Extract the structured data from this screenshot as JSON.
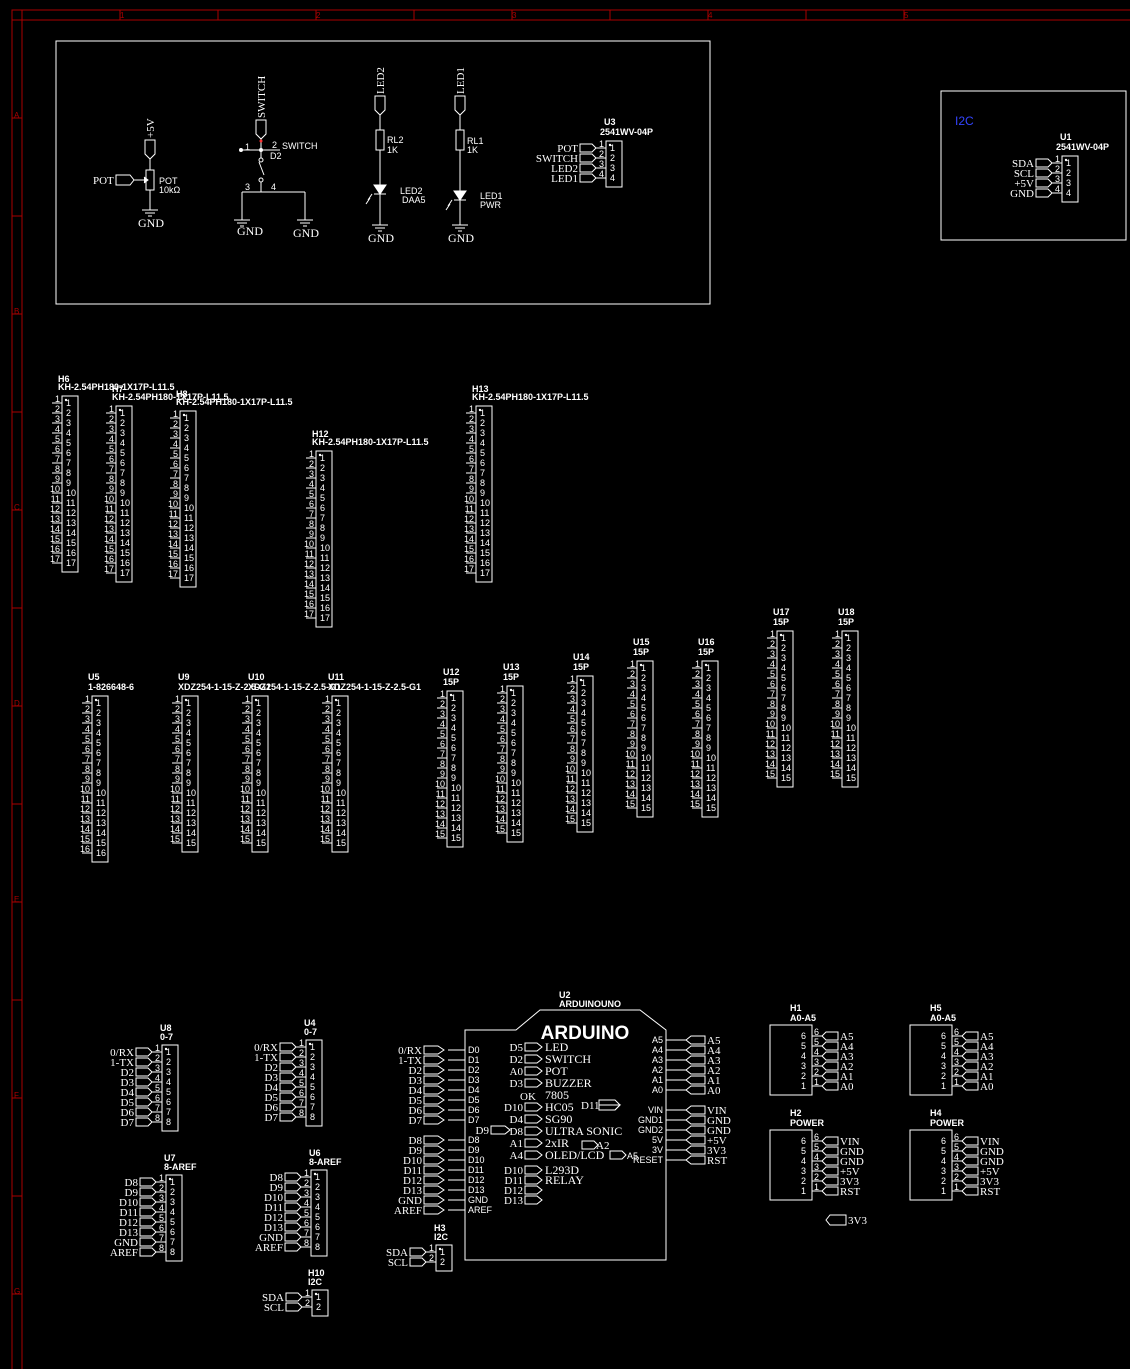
{
  "colors": {
    "background": "#000000",
    "line": "#ffffff",
    "frame": "#aa0000",
    "accent_label": "#3344ff",
    "pin_dot": "#ff3333"
  },
  "frame_labels": {
    "columns": [
      "1",
      "2",
      "3",
      "4",
      "5"
    ],
    "rows": [
      "A",
      "B",
      "C",
      "D",
      "E",
      "F",
      "G"
    ]
  },
  "i2c_box_label": "I2C",
  "power_symbols": {
    "plus5v": "+5V",
    "gnd": "GND"
  },
  "pot": {
    "net": "POT",
    "ref": "POT",
    "value": "10kΩ"
  },
  "switch": {
    "net": "SWITCH",
    "label": "SWITCH",
    "ref": "D2",
    "pins": [
      "1",
      "2",
      "3",
      "4"
    ]
  },
  "led2": {
    "net": "LED2",
    "res_ref": "RL2",
    "res_val": "1K",
    "ref": "LED2",
    "value": "DAA5"
  },
  "led1": {
    "net": "LED1",
    "res_ref": "RL1",
    "res_val": "1K",
    "ref": "LED1",
    "value": "PWR"
  },
  "u3": {
    "ref": "U3",
    "value": "2541WV-04P",
    "nets": [
      "POT",
      "SWITCH",
      "LED2",
      "LED1"
    ]
  },
  "u1": {
    "ref": "U1",
    "value": "2541WV-04P",
    "nets": [
      "SDA",
      "SCL",
      "+5V",
      "GND"
    ]
  },
  "headers_top": [
    {
      "ref": "H6",
      "value": "KH-2.54PH180-1X17P-L11.5"
    },
    {
      "ref": "H7",
      "value": "KH-2.54PH180-1X17P-L11.5"
    },
    {
      "ref": "H8",
      "value": "KH-2.54PH180-1X17P-L11.5"
    },
    {
      "ref": "H12",
      "value": "KH-2.54PH180-1X17P-L11.5"
    },
    {
      "ref": "H13",
      "value": "KH-2.54PH180-1X17P-L11.5"
    }
  ],
  "headers_mid": [
    {
      "ref": "U5",
      "value": "1-826648-6"
    },
    {
      "ref": "U9",
      "value": "XDZ254-1-15-Z-2.5-G1"
    },
    {
      "ref": "U10",
      "value": "XDZ254-1-15-Z-2.5-G1"
    },
    {
      "ref": "U11",
      "value": "XDZ254-1-15-Z-2.5-G1"
    },
    {
      "ref": "U12",
      "value": "15P"
    },
    {
      "ref": "U13",
      "value": "15P"
    },
    {
      "ref": "U14",
      "value": "15P"
    },
    {
      "ref": "U15",
      "value": "15P"
    },
    {
      "ref": "U16",
      "value": "15P"
    },
    {
      "ref": "U17",
      "value": "15P"
    },
    {
      "ref": "U18",
      "value": "15P"
    }
  ],
  "u8": {
    "ref": "U8",
    "value": "0-7",
    "nets": [
      "0/RX",
      "1-TX",
      "D2",
      "D3",
      "D4",
      "D5",
      "D6",
      "D7"
    ]
  },
  "u4": {
    "ref": "U4",
    "value": "0-7",
    "nets": [
      "0/RX",
      "1-TX",
      "D2",
      "D3",
      "D4",
      "D5",
      "D6",
      "D7"
    ]
  },
  "u7": {
    "ref": "U7",
    "value": "8-AREF",
    "nets": [
      "D8",
      "D9",
      "D10",
      "D11",
      "D12",
      "D13",
      "GND",
      "AREF"
    ]
  },
  "u6": {
    "ref": "U6",
    "value": "8-AREF",
    "nets": [
      "D8",
      "D9",
      "D10",
      "D11",
      "D12",
      "D13",
      "GND",
      "AREF"
    ]
  },
  "h3": {
    "ref": "H3",
    "value": "I2C",
    "nets": [
      "SDA",
      "SCL"
    ]
  },
  "h10": {
    "ref": "H10",
    "value": "I2C",
    "nets": [
      "SDA",
      "SCL"
    ]
  },
  "arduino": {
    "ref": "U2",
    "value": "ARDUINOUNO",
    "title": "ARDUINO",
    "left_nets": [
      "0/RX",
      "1-TX",
      "D2",
      "D3",
      "D4",
      "D5",
      "D6",
      "D7",
      "D8",
      "D9",
      "D10",
      "D11",
      "D12",
      "D13",
      "GND",
      "AREF"
    ],
    "left_pins": [
      "D0",
      "D1",
      "D2",
      "D3",
      "D4",
      "D5",
      "D6",
      "D7",
      "D8",
      "D9",
      "D10",
      "D11",
      "D12",
      "D13",
      "GND",
      "AREF"
    ],
    "right_pins": [
      "A5",
      "A4",
      "A3",
      "A2",
      "A1",
      "A0",
      "VIN",
      "GND1",
      "GND2",
      "5V",
      "3V",
      "RESET"
    ],
    "right_nets": [
      "A5",
      "A4",
      "A3",
      "A2",
      "A1",
      "A0",
      "VIN",
      "GND",
      "GND",
      "+5V",
      "3V3",
      "RST"
    ],
    "features": [
      {
        "net": "D5",
        "label": "LED"
      },
      {
        "net": "D2",
        "label": "SWITCH"
      },
      {
        "net": "A0",
        "label": "POT"
      },
      {
        "net": "D3",
        "label": "BUZZER"
      },
      {
        "net": "",
        "label": "7805"
      },
      {
        "net": "D10",
        "label": "HC05"
      },
      {
        "net": "D4",
        "label": "SG90"
      },
      {
        "net": "D8",
        "label": "ULTRA SONIC"
      },
      {
        "net": "A1",
        "label": "2xIR"
      },
      {
        "net": "A4",
        "label": "OLED/LCD"
      },
      {
        "net": "D10",
        "label": "L293D"
      },
      {
        "net": "D11",
        "label": "RELAY"
      },
      {
        "net": "D12",
        "label": ""
      },
      {
        "net": "D13",
        "label": ""
      }
    ],
    "extras": {
      "ok": "OK",
      "d11": "D11",
      "d9": "D9",
      "a2": "A2",
      "a5": "A5"
    }
  },
  "h1": {
    "ref": "H1",
    "value": "A0-A5",
    "nets": [
      "A5",
      "A4",
      "A3",
      "A2",
      "A1",
      "A0"
    ]
  },
  "h5": {
    "ref": "H5",
    "value": "A0-A5",
    "nets": [
      "A5",
      "A4",
      "A3",
      "A2",
      "A1",
      "A0"
    ]
  },
  "h2": {
    "ref": "H2",
    "value": "POWER",
    "nets": [
      "VIN",
      "GND",
      "GND",
      "+5V",
      "3V3",
      "RST"
    ]
  },
  "h4": {
    "ref": "H4",
    "value": "POWER",
    "nets": [
      "VIN",
      "GND",
      "GND",
      "+5V",
      "3V3",
      "RST"
    ]
  },
  "net_3v3": "3V3"
}
